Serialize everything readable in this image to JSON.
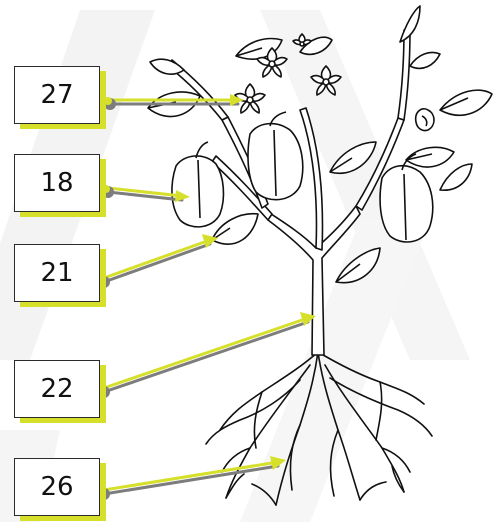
{
  "labels": [
    {
      "number": "27",
      "points_to": "flower"
    },
    {
      "number": "18",
      "points_to": "fruit"
    },
    {
      "number": "21",
      "points_to": "leaf"
    },
    {
      "number": "22",
      "points_to": "stem"
    },
    {
      "number": "26",
      "points_to": "root"
    }
  ],
  "colors": {
    "accent": "#d6e02a",
    "arrow_dark": "#7d7d7d",
    "outline": "#2b2b2b",
    "watermark": "#e4e4e4"
  }
}
